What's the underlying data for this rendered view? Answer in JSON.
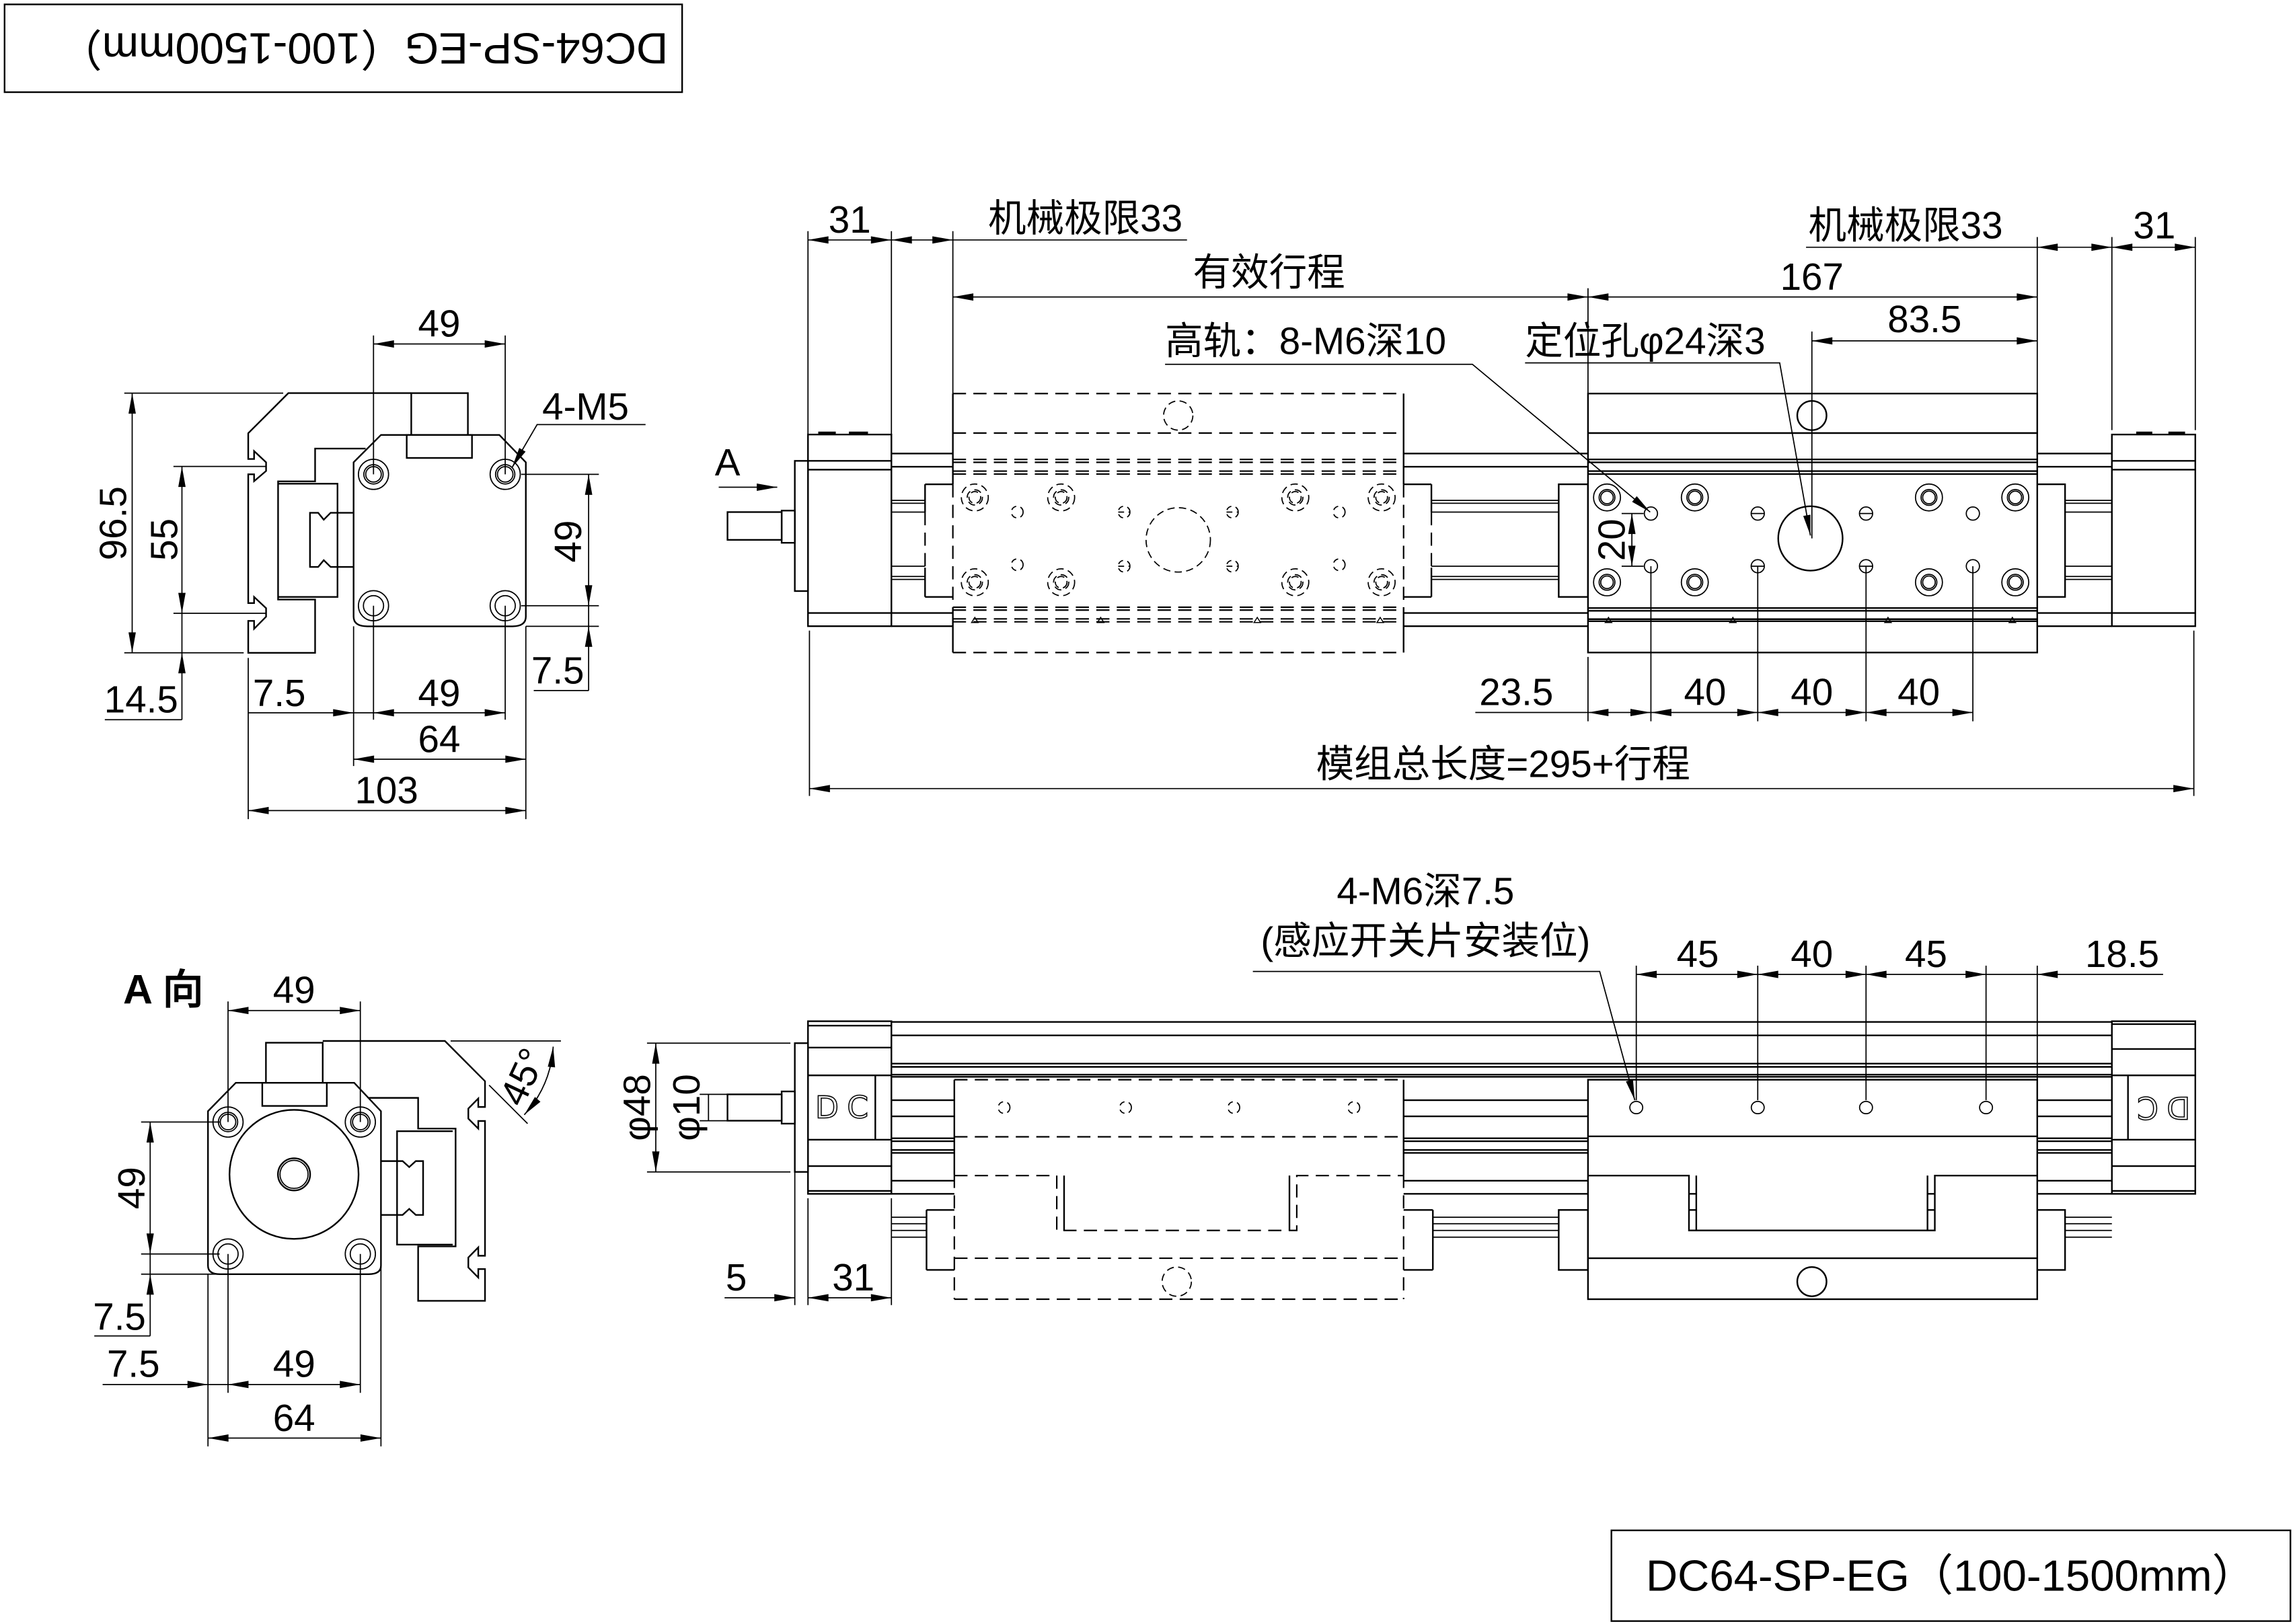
{
  "document": {
    "title_top_inverted": "DC64-SP-EG（100-1500mm）",
    "title_bottom": "DC64-SP-EG（100-1500mm）"
  },
  "end_view": {
    "hole_spacing_top": "49",
    "hole_callout": "4-M5",
    "overall_height": "96.5",
    "slot_pitch": "55",
    "hole_spacing_right": "49",
    "slot_offset_bottom": "14.5",
    "motor_offset_left": "7.5",
    "hole_spacing_bottom": "49",
    "hole_offset_bottom": "7.5",
    "motor_width": "64",
    "overall_width": "103"
  },
  "top_view": {
    "view_arrow_label": "A",
    "end_cap_left": "31",
    "mech_limit_left": "机械极限33",
    "effective_stroke": "有效行程",
    "rail_holes_callout": "高轨：8-M6深10",
    "locating_hole_callout": "定位孔φ24深3",
    "carriage_length": "167",
    "carriage_half_length": "83.5",
    "mech_limit_right": "机械极限33",
    "end_cap_right": "31",
    "rail_hole_spacing": "20",
    "first_hole_offset": "23.5",
    "hole_pitches": [
      "40",
      "40",
      "40"
    ],
    "total_length": "模组总长度=295+行程"
  },
  "side_view": {
    "sensor_holes_callout": "4-M6深7.5",
    "sensor_holes_note": "(感应开关片安装位)",
    "sensor_hole_spacings": [
      "45",
      "40",
      "45"
    ],
    "sensor_end_offset": "18.5",
    "motor_diameter": "φ48",
    "shaft_diameter": "φ10",
    "flange_thickness": "5",
    "end_cap_length": "31",
    "end_cap_logo": [
      "D",
      "C"
    ]
  },
  "a_view": {
    "title": "A 向",
    "hole_spacing_top": "49",
    "hole_spacing_left": "49",
    "hole_offset_vertical": "7.5",
    "hole_offset_horizontal": "7.5",
    "hole_spacing_bottom": "49",
    "motor_width": "64",
    "chamfer_angle": "45°"
  }
}
